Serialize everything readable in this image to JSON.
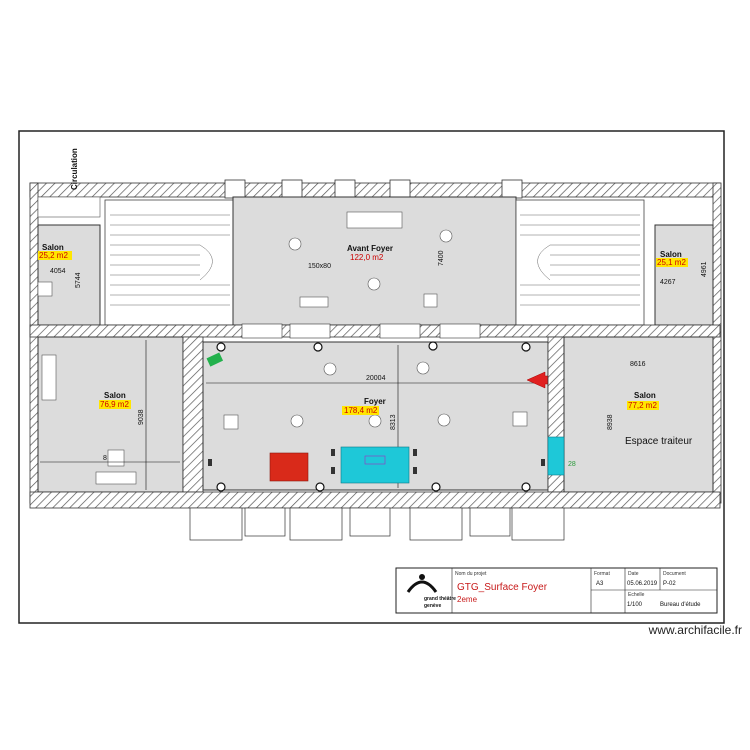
{
  "rooms": {
    "circulation": "Circulation",
    "salon_top_left": {
      "name": "Salon",
      "area": "25,2 m2",
      "dim1": "4054",
      "dim2": "5744"
    },
    "avant_foyer": {
      "name": "Avant Foyer",
      "area": "122,0 m2",
      "dim1": "150x80",
      "dim2": "7400"
    },
    "salon_top_right": {
      "name": "Salon",
      "area": "25,1 m2",
      "dim1": "4267",
      "dim2": "4961"
    },
    "salon_left": {
      "name": "Salon",
      "area": "76,9 m2",
      "dim1": "8",
      "dim2": "9038"
    },
    "foyer": {
      "name": "Foyer",
      "area": "178,4 m2",
      "dim1": "20004",
      "dim2": "8313"
    },
    "salon_right": {
      "name": "Salon",
      "area": "77,2 m2",
      "dim1": "8616",
      "dim2": "8938",
      "label": "Espace traiteur",
      "badge": "28"
    }
  },
  "colors": {
    "wall": "#3a3a3a",
    "floor": "#dcdcdc",
    "area_text": "#cc0000",
    "area_highlight": "#ffe600",
    "red_block": "#d92a1a",
    "cyan_block": "#1ec8d8",
    "green_marker": "#22b14c",
    "arrow": "#e02020"
  },
  "title_block": {
    "project_label": "Nom du projet",
    "title": "GTG_Surface   Foyer",
    "subtitle": "2eme",
    "format_label": "Format",
    "format": "A3",
    "date_label": "Date",
    "date": "05.06.2019",
    "document_label": "Document",
    "document": "P-02",
    "scale_label": "Echelle",
    "scale": "1/100",
    "author": "Bureau   d'étude",
    "logo_line1": "grand théâtre",
    "logo_line2": "genève"
  },
  "watermark": "www.archifacile.fr"
}
